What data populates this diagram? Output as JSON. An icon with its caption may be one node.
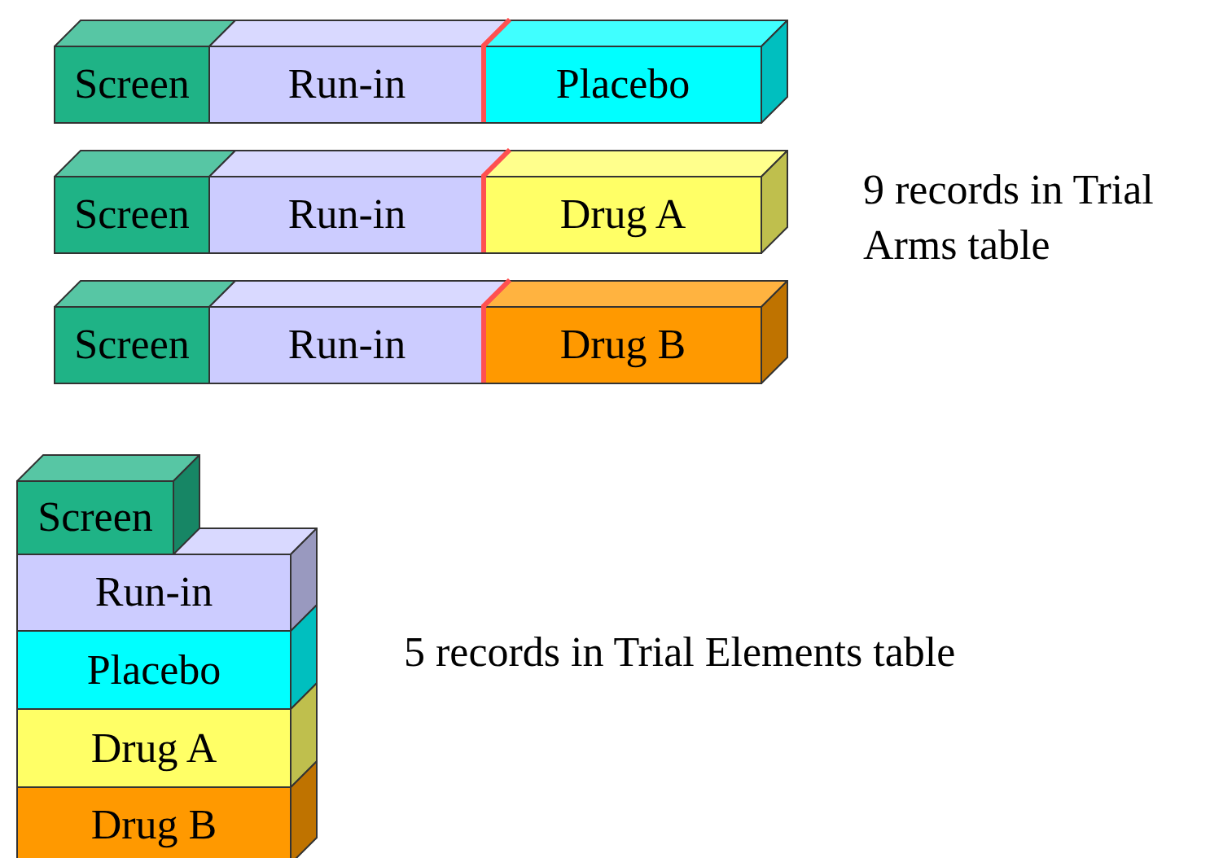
{
  "diagram": {
    "nodes": [
      {
        "text": [
          "Screen"
        ]
      },
      {
        "text": [
          "Run-in"
        ]
      },
      {
        "text": [
          "Placebo"
        ]
      },
      {
        "text": [
          "Screen"
        ]
      },
      {
        "text": [
          "Run-in"
        ]
      },
      {
        "text": [
          "Drug A"
        ]
      },
      {
        "text": [
          "Screen"
        ]
      },
      {
        "text": [
          "Run-in"
        ]
      },
      {
        "text": [
          "Drug B"
        ]
      },
      {
        "text": [
          "Screen"
        ]
      },
      {
        "text": [
          "Run-in"
        ]
      },
      {
        "text": [
          "Placebo"
        ]
      },
      {
        "text": [
          "Drug A"
        ]
      },
      {
        "text": [
          "Drug B"
        ]
      }
    ],
    "labels": [
      "9 records in Trial Arms table",
      "5 records in Trial Elements table"
    ]
  }
}
